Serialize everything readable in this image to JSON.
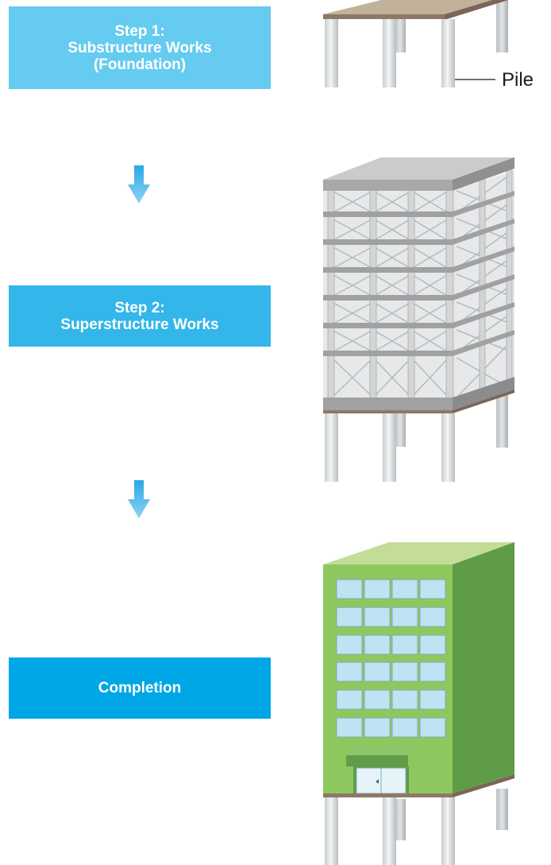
{
  "steps": [
    {
      "lines": [
        "Step 1:",
        "Substructure Works",
        "(Foundation)"
      ],
      "color": "#66cbf0"
    },
    {
      "lines": [
        "Step 2:",
        "Superstructure Works"
      ],
      "color": "#33b6ea"
    },
    {
      "lines": [
        "Completion"
      ],
      "color": "#00a7e6"
    }
  ],
  "arrow_color": "#29a9e6",
  "pile_label": "Pile",
  "colors": {
    "foundation_slab_top": "#c3b29a",
    "foundation_slab_edge": "#8f7867",
    "pile": "#dfe4e6",
    "frame": "#c9cbcc",
    "slab": "#9fa1a3",
    "building_front": "#8dc85f",
    "building_side": "#5f9c48",
    "building_roof": "#c3dd99",
    "window": "#bfe3f2"
  }
}
